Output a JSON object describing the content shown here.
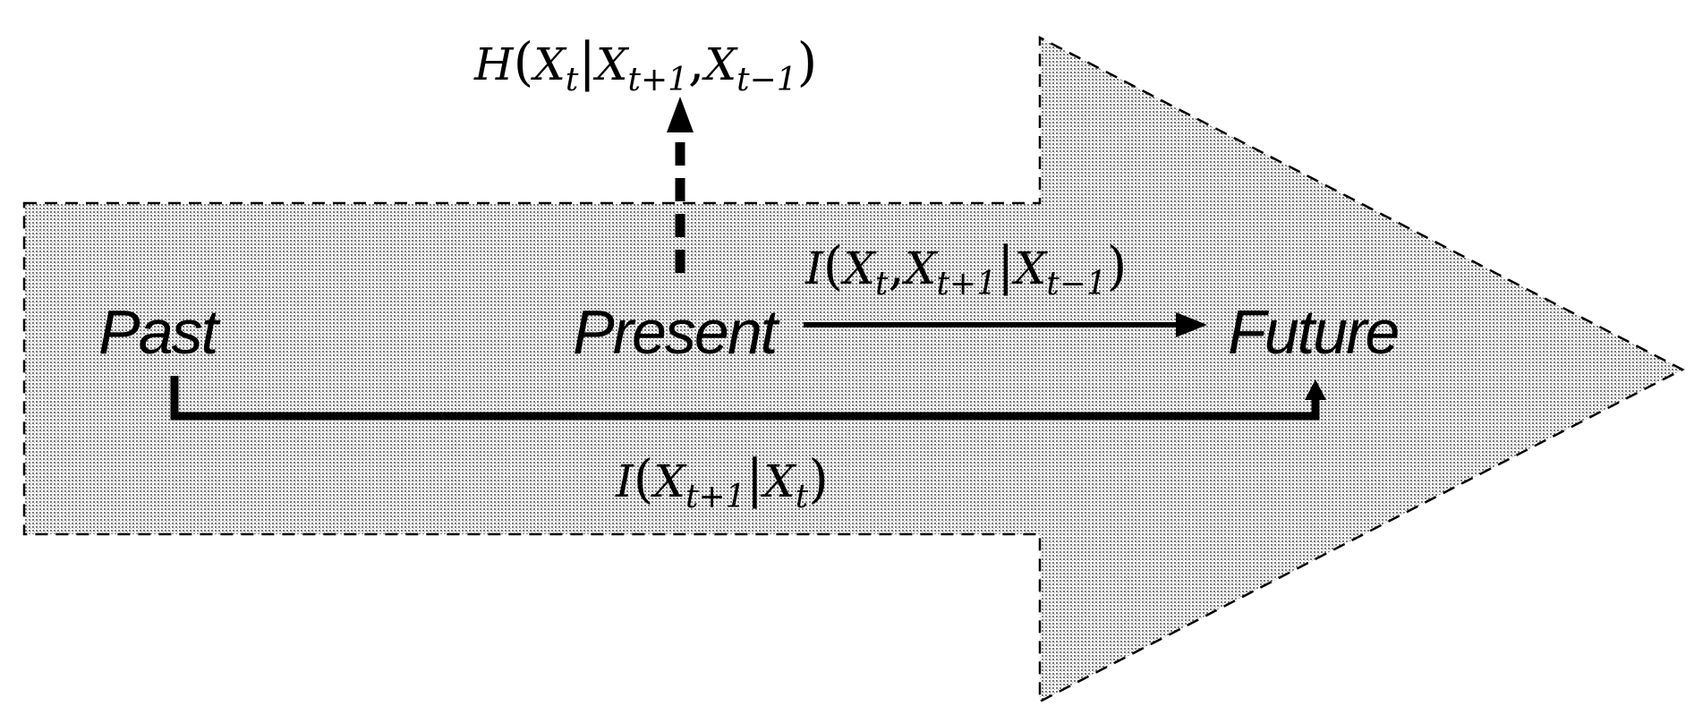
{
  "colors": {
    "fill": "#e2e2e2",
    "stroke": "#000000"
  },
  "labels": {
    "past": "Past",
    "present": "Present",
    "future": "Future"
  },
  "formulas": {
    "h_cond": {
      "func": "H",
      "open": "(",
      "v1": "X",
      "s1": "t",
      "bar": "|",
      "v2": "X",
      "s2": "t+1",
      "comma": ",",
      "v3": "X",
      "s3": "t−1",
      "close": ")"
    },
    "i_cond": {
      "func": "I",
      "open": "(",
      "v1": "X",
      "s1": "t",
      "comma": ",",
      "v2": "X",
      "s2": "t+1",
      "bar": "|",
      "v3": "X",
      "s3": "t−1",
      "close": ")"
    },
    "i_pf": {
      "func": "I",
      "open": "(",
      "v1": "X",
      "s1": "t+1",
      "bar": "|",
      "v2": "X",
      "s2": "t",
      "close": ")"
    }
  }
}
